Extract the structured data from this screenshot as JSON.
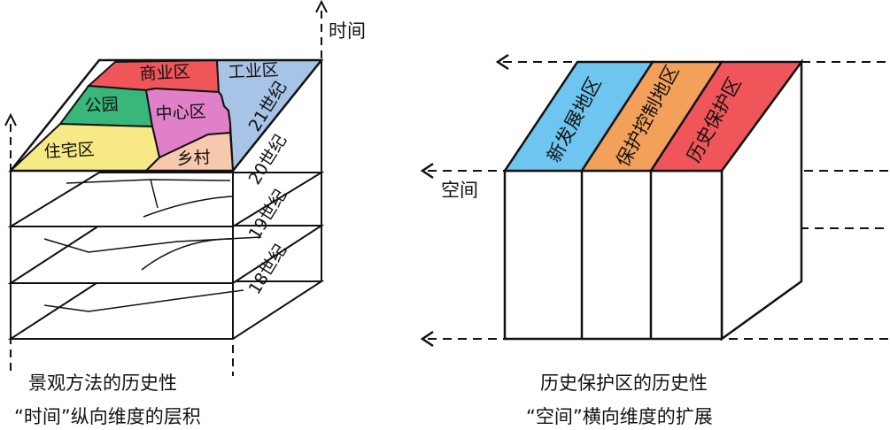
{
  "left": {
    "axis_label": "时间",
    "zones": {
      "commercial": "商业区",
      "industrial": "工业区",
      "park": "公园",
      "center": "中心区",
      "residential": "住宅区",
      "village": "乡村"
    },
    "centuries": [
      "21世纪",
      "20世纪",
      "19世纪",
      "18世纪"
    ],
    "caption_line1": "景观方法的历史性",
    "caption_line2": "“时间”纵向维度的层积"
  },
  "right": {
    "axis_label": "空间",
    "zones": {
      "development": "新发展地区",
      "control": "保护控制地区",
      "protection": "历史保护区"
    },
    "caption_line1": "历史保护区的历史性",
    "caption_line2": "“空间”横向维度的扩展"
  },
  "colors": {
    "commercial": "#f0555a",
    "industrial": "#a7c3e6",
    "park": "#39b77a",
    "center": "#e080c8",
    "residential": "#f7e985",
    "village": "#f6c9ad",
    "development": "#6ec5ef",
    "control": "#f3a05a",
    "protection": "#f0555a"
  }
}
